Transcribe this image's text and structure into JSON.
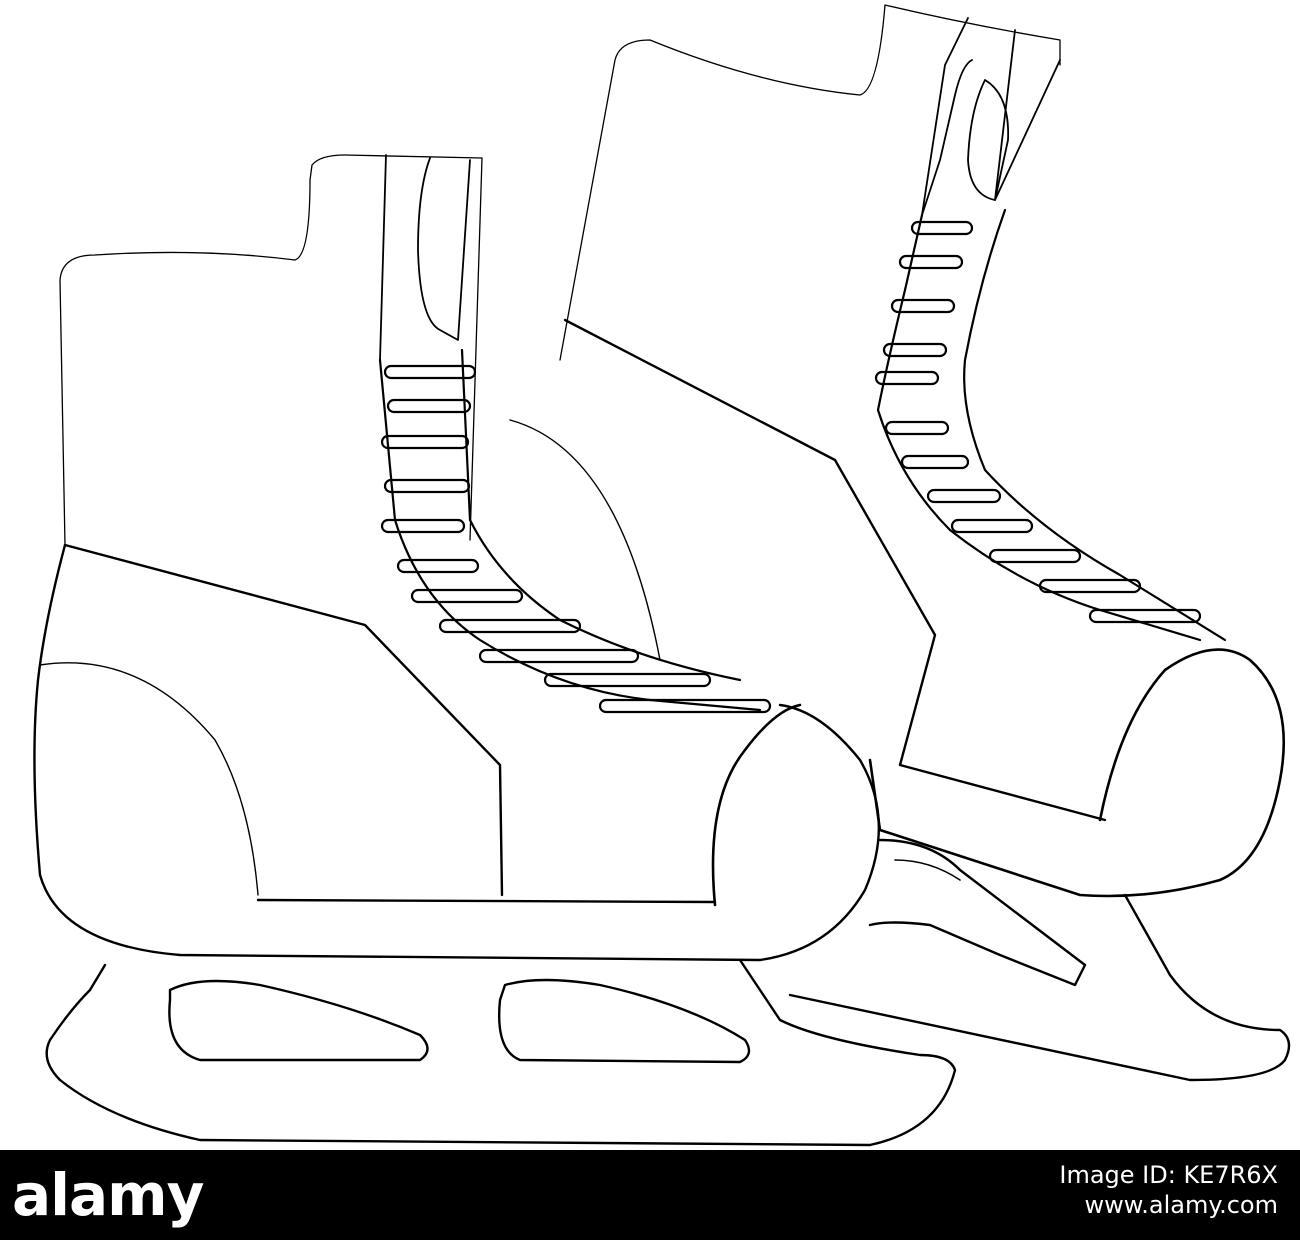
{
  "illustration": {
    "subject": "ice-skates",
    "stroke_color": "#000000",
    "background_color": "#ffffff"
  },
  "footer": {
    "logo_text": "alamy",
    "image_id": "Image ID: KE7R6X",
    "site_url": "www.alamy.com",
    "background_color": "#000000",
    "text_color": "#ffffff"
  }
}
